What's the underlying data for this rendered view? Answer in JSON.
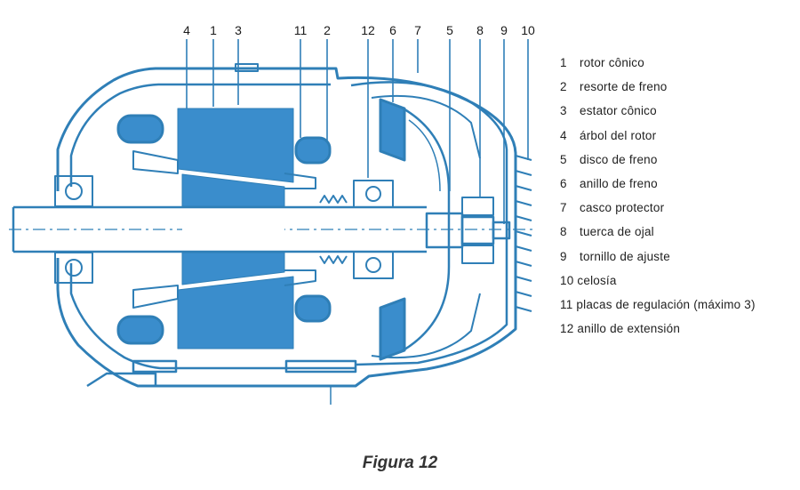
{
  "callouts": [
    "4",
    "1",
    "3",
    "11",
    "2",
    "12",
    "6",
    "7",
    "5",
    "8",
    "9",
    "10"
  ],
  "legend": [
    {
      "num": "1",
      "text": "rotor cônico"
    },
    {
      "num": "2",
      "text": "resorte de freno"
    },
    {
      "num": "3",
      "text": "estator cônico"
    },
    {
      "num": "4",
      "text": "árbol del rotor"
    },
    {
      "num": "5",
      "text": "disco de freno"
    },
    {
      "num": "6",
      "text": "anillo de freno"
    },
    {
      "num": "7",
      "text": "casco protector"
    },
    {
      "num": "8",
      "text": "tuerca de ojal"
    },
    {
      "num": "9",
      "text": "tornillo de ajuste"
    },
    {
      "num": "10",
      "text": "celosía"
    },
    {
      "num": "11",
      "text": "placas de regulación (máximo 3)"
    },
    {
      "num": "12",
      "text": "anillo de extensión"
    }
  ],
  "caption": "Figura 12",
  "colors": {
    "line": "#2f7fb7",
    "fill": "#3a8dcc",
    "text": "#1f1f1f"
  }
}
